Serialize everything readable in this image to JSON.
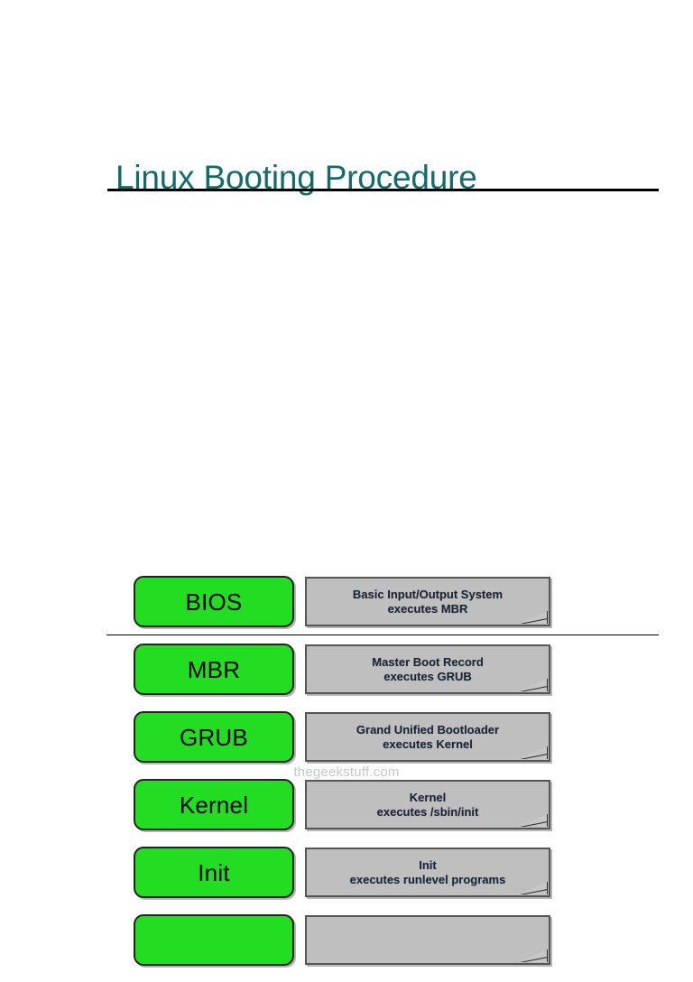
{
  "slide": {
    "title": "Linux Booting Procedure"
  },
  "watermark": {
    "text": "thegeekstuff.com"
  },
  "colors": {
    "title": "#136B6B",
    "stage_fill": "#22DD22",
    "stage_border": "#222222",
    "note_fill": "#BFBFBF",
    "note_border": "#555555",
    "note_text": "#1A2433",
    "rule": "#000000",
    "watermark": "#C3C7CE"
  },
  "boot_figure": {
    "rows": [
      {
        "stage": "BIOS",
        "note_line1": "Basic Input/Output System",
        "note_line2": "executes MBR"
      },
      {
        "stage": "MBR",
        "note_line1": "Master Boot Record",
        "note_line2": "executes GRUB"
      },
      {
        "stage": "GRUB",
        "note_line1": "Grand Unified Bootloader",
        "note_line2": "executes Kernel"
      },
      {
        "stage": "Kernel",
        "note_line1": "Kernel",
        "note_line2": "executes /sbin/init"
      },
      {
        "stage": "Init",
        "note_line1": "Init",
        "note_line2": "executes runlevel programs"
      },
      {
        "stage": "",
        "note_line1": "",
        "note_line2": ""
      }
    ]
  }
}
